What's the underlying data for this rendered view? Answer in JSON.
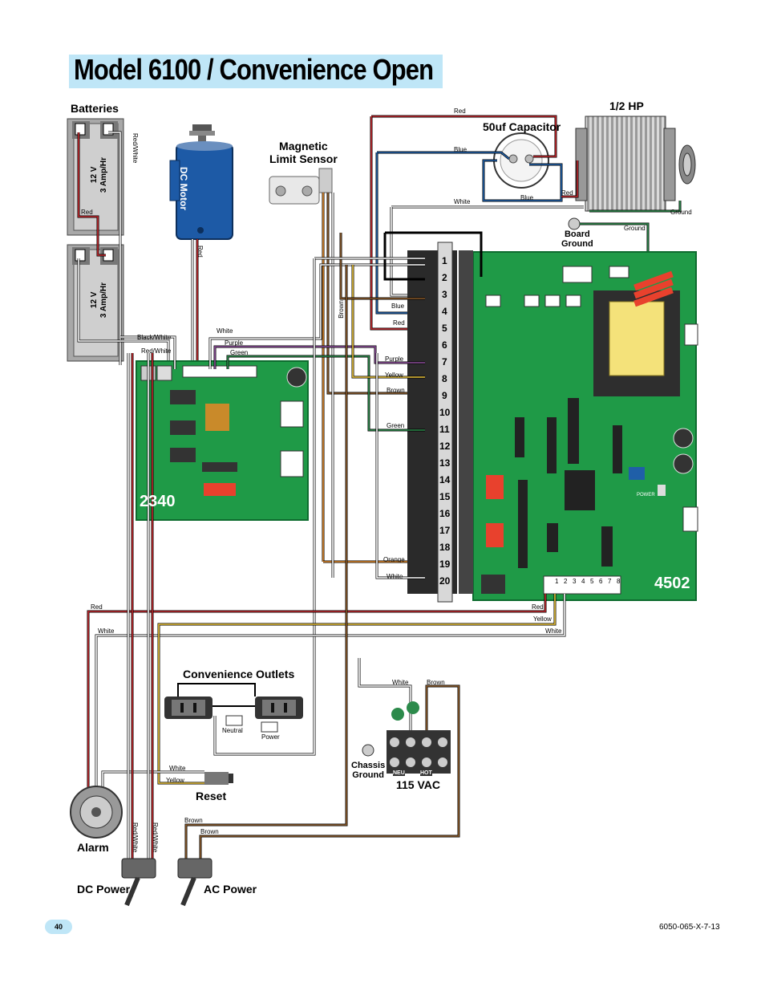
{
  "title": "Model 6100 / Convenience Open",
  "page_number": "40",
  "doc_id": "6050-065-X-7-13",
  "labels": {
    "batteries": "Batteries",
    "battery_rating_1": "12 V\n3 Amp/Hr",
    "battery_rating_2": "12 V\n3 Amp/Hr",
    "dc_motor": "DC Motor",
    "magnetic_limit_sensor": "Magnetic\nLimit Sensor",
    "capacitor": "50uf Capacitor",
    "motor_hp": "1/2 HP",
    "board_ground": "Board\nGround",
    "board_2340": "2340",
    "board_4502": "4502",
    "convenience_outlets": "Convenience Outlets",
    "neutral": "Neutral",
    "power": "Power",
    "reset": "Reset",
    "alarm": "Alarm",
    "dc_power": "DC Power",
    "ac_power": "AC Power",
    "chassis_ground": "Chassis\nGround",
    "vac": "115 VAC",
    "neu": "NEU",
    "hot": "HOT",
    "power_led": "POWER"
  },
  "wire_labels": {
    "red_white_top": "Red/White",
    "red_batt": "Red",
    "red_motor": "Red",
    "black_white": "Black/White",
    "red_white_board": "Red/White",
    "white_2340": "White",
    "purple_2340": "Purple",
    "green_2340": "Green",
    "brown_vertical": "Brown",
    "cap_red": "Red",
    "cap_blue": "Blue",
    "cap_white": "White",
    "cap_blue2": "Blue",
    "motor_red": "Red",
    "ground_motor": "Ground",
    "ground_board": "Ground",
    "t_blue": "Blue",
    "t_red": "Red",
    "t_purple": "Purple",
    "t_yellow": "Yellow",
    "t_brown": "Brown",
    "t_green": "Green",
    "t_orange": "Orange",
    "t_white": "White",
    "red_bottom_left": "Red",
    "white_bottom_left": "White",
    "red_bottom_right": "Red",
    "yellow_bottom_right": "Yellow",
    "white_bottom_right": "White",
    "white_vac": "White",
    "brown_vac": "Brown",
    "white_reset": "White",
    "yellow_reset": "Yellow",
    "red_white_sw1": "Red/White",
    "red_white_sw2": "Red/White",
    "brown_sw1": "Brown",
    "brown_sw2": "Brown"
  },
  "terminal_numbers": [
    "1",
    "2",
    "3",
    "4",
    "5",
    "6",
    "7",
    "8",
    "9",
    "10",
    "11",
    "12",
    "13",
    "14",
    "15",
    "16",
    "17",
    "18",
    "19",
    "20"
  ],
  "small_terminal_numbers": [
    "1",
    "2",
    "3",
    "4",
    "5",
    "6",
    "7",
    "8"
  ],
  "colors": {
    "title_bg": "#bfe6f7",
    "board_green": "#1f9a47",
    "board_dark": "#0d6b2e",
    "terminal_black": "#2a2a2a",
    "red_wire": "#c0282d",
    "blue_wire": "#1f5fa8",
    "white_wire": "#ffffff",
    "purple_wire": "#8d4f9a",
    "yellow_wire": "#e9c23a",
    "brown_wire": "#8a5a2b",
    "green_wire": "#2c8a4b",
    "orange_wire": "#e08a2e",
    "motor_blue": "#1d5aa6"
  }
}
